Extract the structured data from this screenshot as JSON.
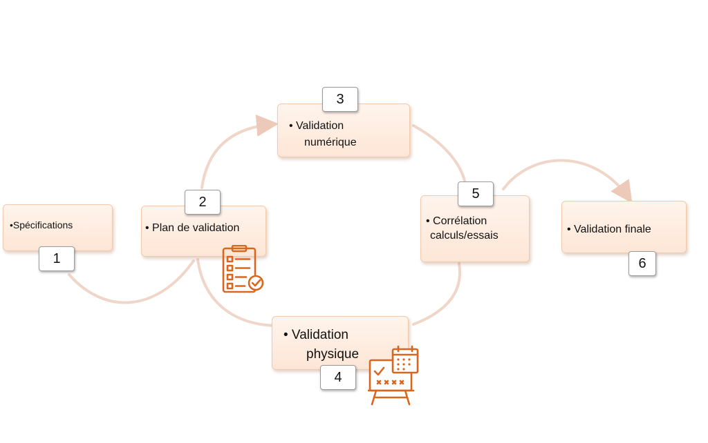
{
  "steps": [
    {
      "number": "1",
      "label": "•Spécifications"
    },
    {
      "number": "2",
      "label": "• Plan de  validation"
    },
    {
      "number": "3",
      "label_line1": "• Validation",
      "label_line2": "numérique"
    },
    {
      "number": "4",
      "label_line1": "• Validation",
      "label_line2": "physique"
    },
    {
      "number": "5",
      "label_line1": "• Corrélation",
      "label_line2": "calculs/essais"
    },
    {
      "number": "6",
      "label": "•  Validation finale"
    }
  ],
  "icons": [
    "checklist-icon",
    "planning-board-icon"
  ],
  "colors": {
    "box_fill": "#fde6d6",
    "box_border": "#f1c9ad",
    "connector": "#f0d6c9",
    "icon_orange": "#d9651f"
  }
}
